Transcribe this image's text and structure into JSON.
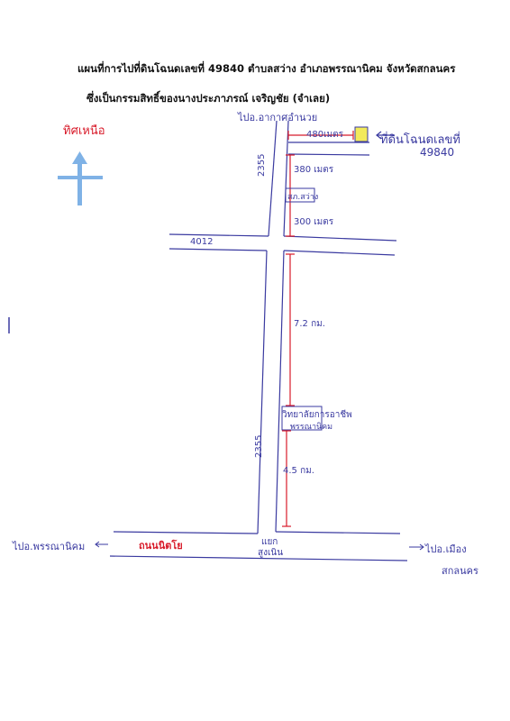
{
  "title_line1": "แผนที่การไปที่ดินโฉนดเลขที่  49840  ตำบลสว่าง  อำเภอพรรณานิคม  จังหวัดสกลนคร",
  "title_line2": "ซึ่งเป็นกรรมสิทธิ์ของนางประภาภรณ์  เจริญชัย  (จำเลย)",
  "north_label": "ทิศเหนือ",
  "labels": {
    "to_akat": "ไปอ.อากาศอำนวย",
    "dist_480": "480เมตร",
    "land_label_1": "ที่ดินโฉนดเลขที่",
    "land_label_2": "49840",
    "dist_380": "380 เมตร",
    "road_2355_top": "2355",
    "police": "สภ.สว่าง",
    "dist_300": "300 เมตร",
    "road_4012": "4012",
    "dist_72": "7.2 กม.",
    "college_1": "วิทยาลัยการอาชีพ",
    "college_2": "พรรณานิคม",
    "road_2355_bottom": "2355",
    "dist_45": "4.5 กม.",
    "to_phanna": "ไปอ.พรรณานิคม",
    "nittayo": "ถนนนิตโย",
    "junction_1": "แยก",
    "junction_2": "สูงเนิน",
    "to_muang_1": "ไปอ.เมือง",
    "to_muang_2": "สกลนคร"
  },
  "colors": {
    "ink": "#3a3aa0",
    "red": "#d81b2a",
    "arrow": "#7fb2e6",
    "land": "#f2ea5a"
  }
}
